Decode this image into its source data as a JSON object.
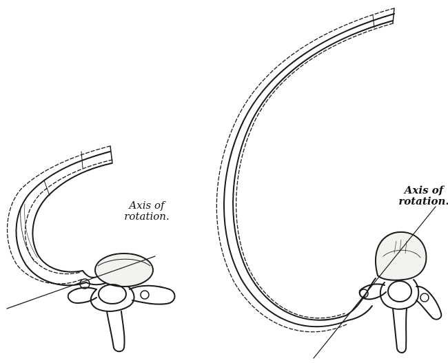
{
  "figures": [
    {
      "name": "upper-rib-with-vertebra",
      "label_line_1": "Axis of",
      "label_line_2": "rotation."
    },
    {
      "name": "lower-rib-with-vertebra",
      "label_line_1": "Axis of",
      "label_line_2": "rotation."
    }
  ],
  "colors": {
    "ink": "#1a1a1a",
    "bone_fill": "#f4f2ee",
    "background": "#ffffff"
  }
}
